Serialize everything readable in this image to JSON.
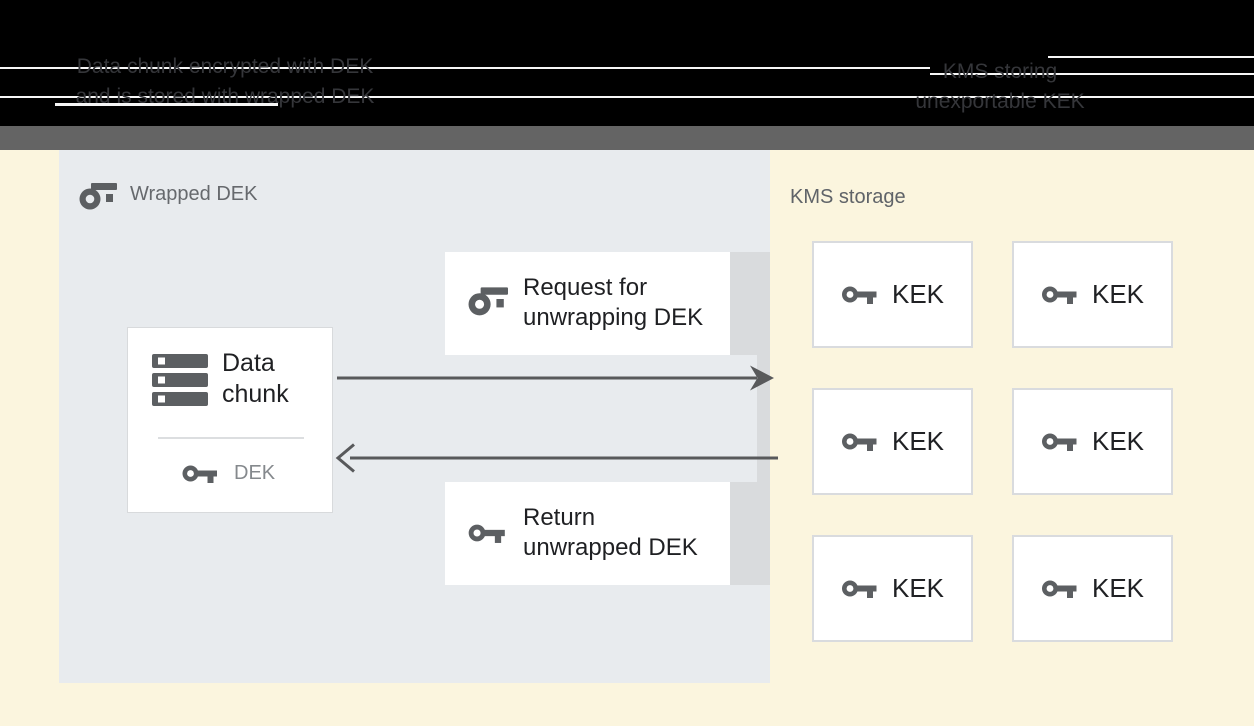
{
  "header": {
    "left_caption_line1": "Data chunk encrypted with DEK",
    "left_caption_line2": "and is stored with wrapped DEK",
    "right_caption_line1": "KMS storing",
    "right_caption_line2": "unexportable KEK"
  },
  "wrapped_dek_panel": {
    "label": "Wrapped DEK",
    "data_chunk_card": {
      "title_line1": "Data",
      "title_line2": "chunk",
      "dek_label": "DEK"
    },
    "request_box": {
      "line1": "Request for",
      "line2": "unwrapping DEK"
    },
    "return_box": {
      "line1": "Return",
      "line2": "unwrapped DEK"
    }
  },
  "kms_panel": {
    "label": "KMS storage",
    "kek_boxes": [
      {
        "label": "KEK"
      },
      {
        "label": "KEK"
      },
      {
        "label": "KEK"
      },
      {
        "label": "KEK"
      },
      {
        "label": "KEK"
      },
      {
        "label": "KEK"
      }
    ]
  },
  "icons": {
    "wrapped_key": "wrapped-key-icon",
    "plain_key": "key-icon",
    "storage": "storage-icon",
    "arrow_right": "request-arrow-right",
    "arrow_left": "return-arrow-left"
  },
  "colors": {
    "header_black": "#000000",
    "header_divider_gray": "#646464",
    "background_yellow": "#fbf5de",
    "panel_blue_gray": "#e8ebee",
    "box_white": "#ffffff",
    "box_border_gray": "#d9dbde",
    "box_shadow_gray": "#d9dbdd",
    "icon_gray": "#5c5f62",
    "arrow_gray": "#58595b",
    "text_dark": "#1f2023",
    "text_gray": "#5f6368",
    "dek_text_gray": "#85898d"
  }
}
